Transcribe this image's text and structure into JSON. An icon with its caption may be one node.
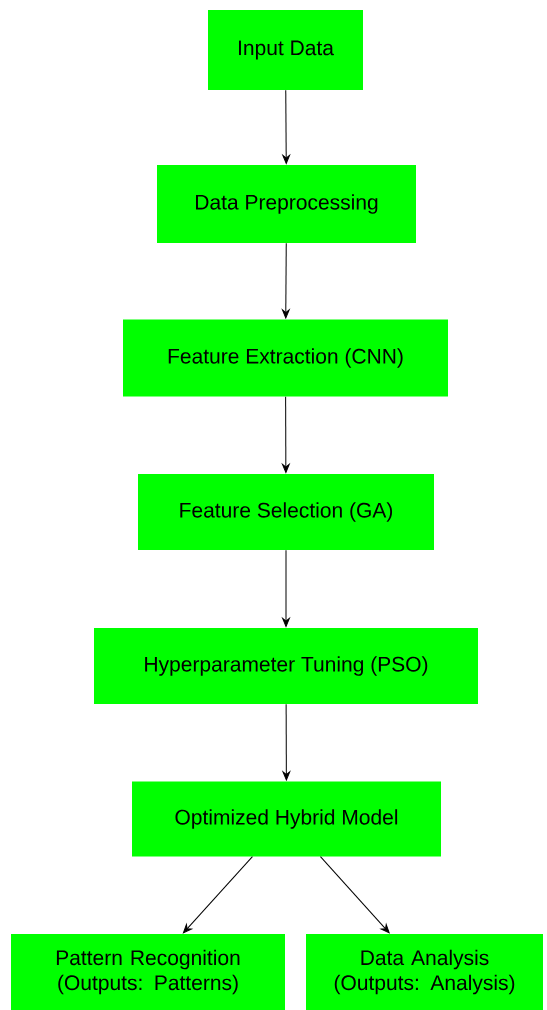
{
  "diagram": {
    "nodes": [
      {
        "text": [
          "Input Data"
        ]
      },
      {
        "text": [
          "Data Preprocessing"
        ]
      },
      {
        "text": [
          "Feature Extraction (CNN)"
        ]
      },
      {
        "text": [
          "Feature Selection (GA)"
        ]
      },
      {
        "text": [
          "Hyperparameter Tuning (PSO)"
        ]
      },
      {
        "text": [
          "Optimized Hybrid Model"
        ]
      },
      {
        "text": [
          "Pattern Recognition (Outputs: Patterns)"
        ]
      },
      {
        "text": [
          "Data Analysis (Outputs: Analysis)"
        ]
      }
    ],
    "edges": [
      {
        "from": 0,
        "to": 1,
        "arrow": "to"
      },
      {
        "from": 1,
        "to": 2,
        "arrow": "to"
      },
      {
        "from": 2,
        "to": 3,
        "arrow": "to"
      },
      {
        "from": 3,
        "to": 4,
        "arrow": "to"
      },
      {
        "from": 4,
        "to": 5,
        "arrow": "to"
      },
      {
        "from": 5,
        "to": 6,
        "arrow": "to"
      },
      {
        "from": 5,
        "to": 7,
        "arrow": "to"
      }
    ]
  }
}
